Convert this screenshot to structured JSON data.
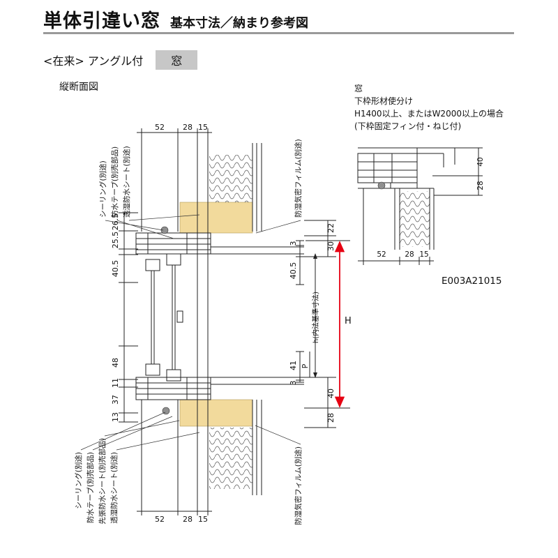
{
  "header": {
    "title": "単体引違い窓",
    "subtitle": "基本寸法／納まり参考図",
    "series_label": "<在来> アングル付",
    "category_label": "窓"
  },
  "main": {
    "section_title": "縦断面図",
    "top_callouts": [
      "シーリング(別途)",
      "防水テープ(別売部品)",
      "透湿防水シート(別途)"
    ],
    "top_right_callout": "防湿気密フィルム(別途)",
    "dims_top": [
      "52",
      "28",
      "15"
    ],
    "dims_left": [
      "26.5",
      "25.5",
      "40.5",
      "48",
      "11",
      "37",
      "13"
    ],
    "dims_right_upper": [
      "22",
      "30",
      "3",
      "40.5"
    ],
    "dims_right_lower": [
      "41",
      "3",
      "40",
      "28"
    ],
    "dim_h": "H",
    "dim_inner": "h(内法基準寸法)",
    "dim_p": "P",
    "bottom_callouts": [
      "シーリング(別途)",
      "防水テープ(別売部品)",
      "先張防水シート(別売部品)",
      "透湿防水シート(別途)"
    ],
    "bottom_right_callout": "防湿気密フィルム(別途)",
    "dims_bottom": [
      "52",
      "28",
      "15"
    ]
  },
  "detail": {
    "heading": "窓",
    "note1": "下枠形材使分け",
    "note2": "H1400以上、またはW2000以上の場合",
    "note3": "(下枠固定フィン付・ねじ付)",
    "dims_right": [
      "40",
      "28"
    ],
    "dims_bottom": [
      "52",
      "28",
      "15"
    ],
    "code": "E003A21015"
  },
  "colors": {
    "wood_fill": "#f2da9c",
    "accent_red": "#e60012",
    "rule_gray": "#999999",
    "chip_gray": "#c7c7c7"
  }
}
